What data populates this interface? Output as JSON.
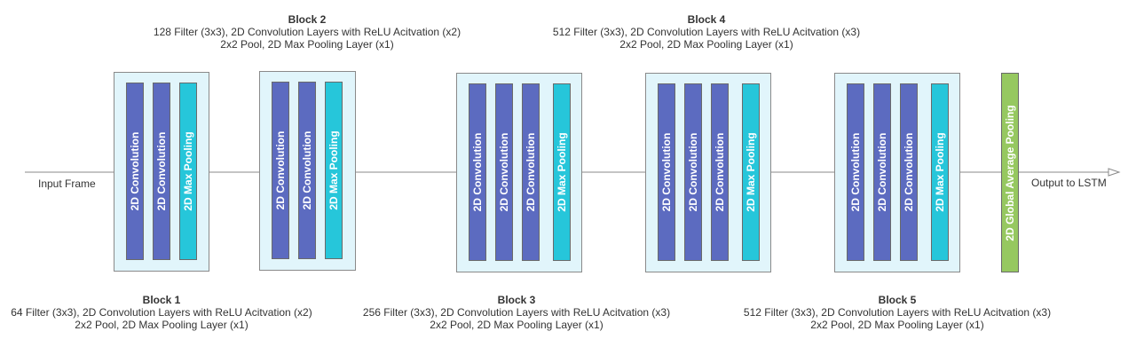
{
  "input_label": "Input Frame",
  "output_label": "Output to LSTM",
  "blocks": [
    {
      "title": "Block 1",
      "line1": "64 Filter (3x3), 2D Convolution Layers with ReLU Acitvation (x2)",
      "line2": "2x2 Pool, 2D Max Pooling Layer (x1)"
    },
    {
      "title": "Block 2",
      "line1": "128 Filter (3x3), 2D Convolution Layers with ReLU Acitvation (x2)",
      "line2": "2x2 Pool, 2D Max Pooling Layer (x1)"
    },
    {
      "title": "Block 3",
      "line1": "256 Filter (3x3), 2D Convolution Layers with ReLU Acitvation (x3)",
      "line2": "2x2 Pool, 2D Max Pooling Layer (x1)"
    },
    {
      "title": "Block 4",
      "line1": "512 Filter (3x3), 2D Convolution Layers with ReLU Acitvation (x3)",
      "line2": "2x2 Pool, 2D Max Pooling Layer (x1)"
    },
    {
      "title": "Block 5",
      "line1": "512 Filter (3x3), 2D Convolution Layers with ReLU Acitvation (x3)",
      "line2": "2x2 Pool, 2D Max Pooling Layer (x1)"
    }
  ],
  "layers": {
    "conv": "2D Convolution",
    "pool": "2D Max Pooling",
    "gap": "2D Global Average Pooling"
  },
  "colors": {
    "conv": "#5c6bc0",
    "pool": "#26c6da",
    "gap": "#96c860",
    "block_bg": "#e1f5fb"
  }
}
